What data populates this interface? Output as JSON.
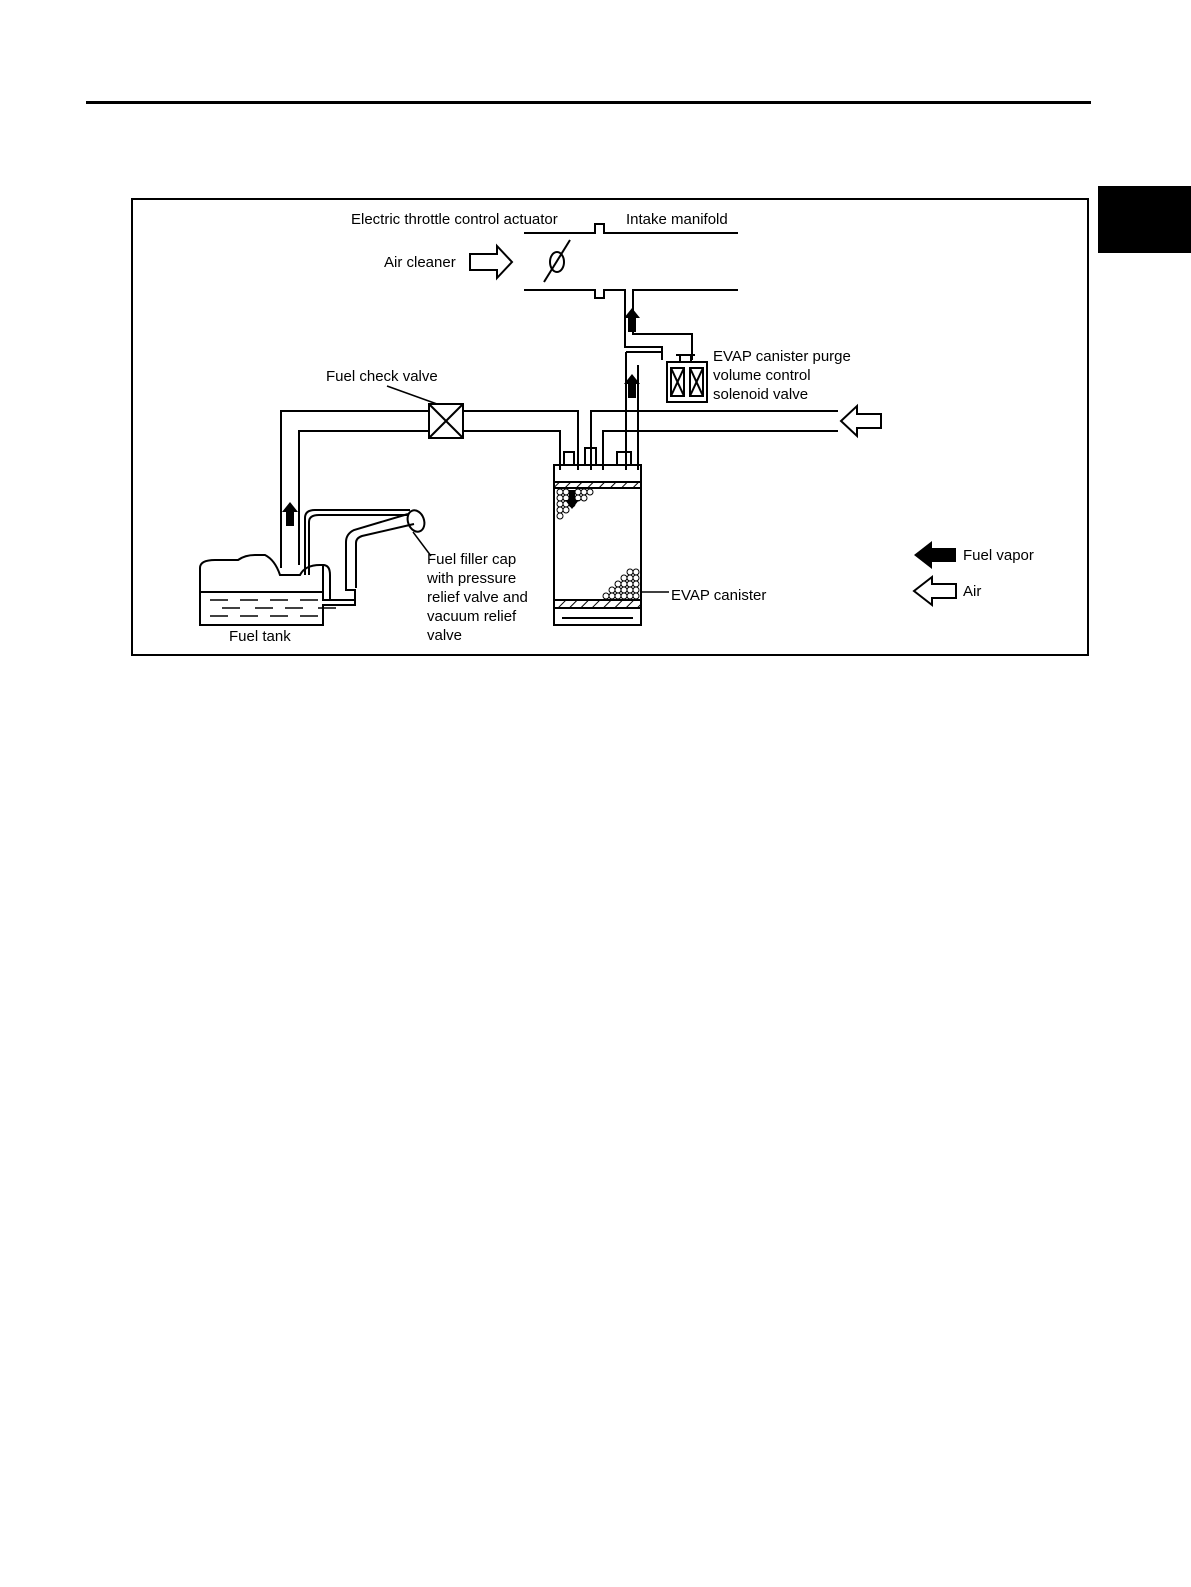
{
  "diagram": {
    "labels": {
      "throttle": "Electric throttle control actuator",
      "intake": "Intake manifold",
      "air_cleaner": "Air cleaner",
      "evap_purge_1": "EVAP canister purge",
      "evap_purge_2": "volume control",
      "evap_purge_3": "solenoid valve",
      "fuel_check": "Fuel check valve",
      "filler_1": "Fuel filler cap",
      "filler_2": "with pressure",
      "filler_3": "relief valve and",
      "filler_4": "vacuum relief",
      "filler_5": "valve",
      "fuel_tank": "Fuel tank",
      "evap_canister": "EVAP canister"
    },
    "legend": {
      "fuel_vapor": "Fuel vapor",
      "air": "Air"
    }
  }
}
